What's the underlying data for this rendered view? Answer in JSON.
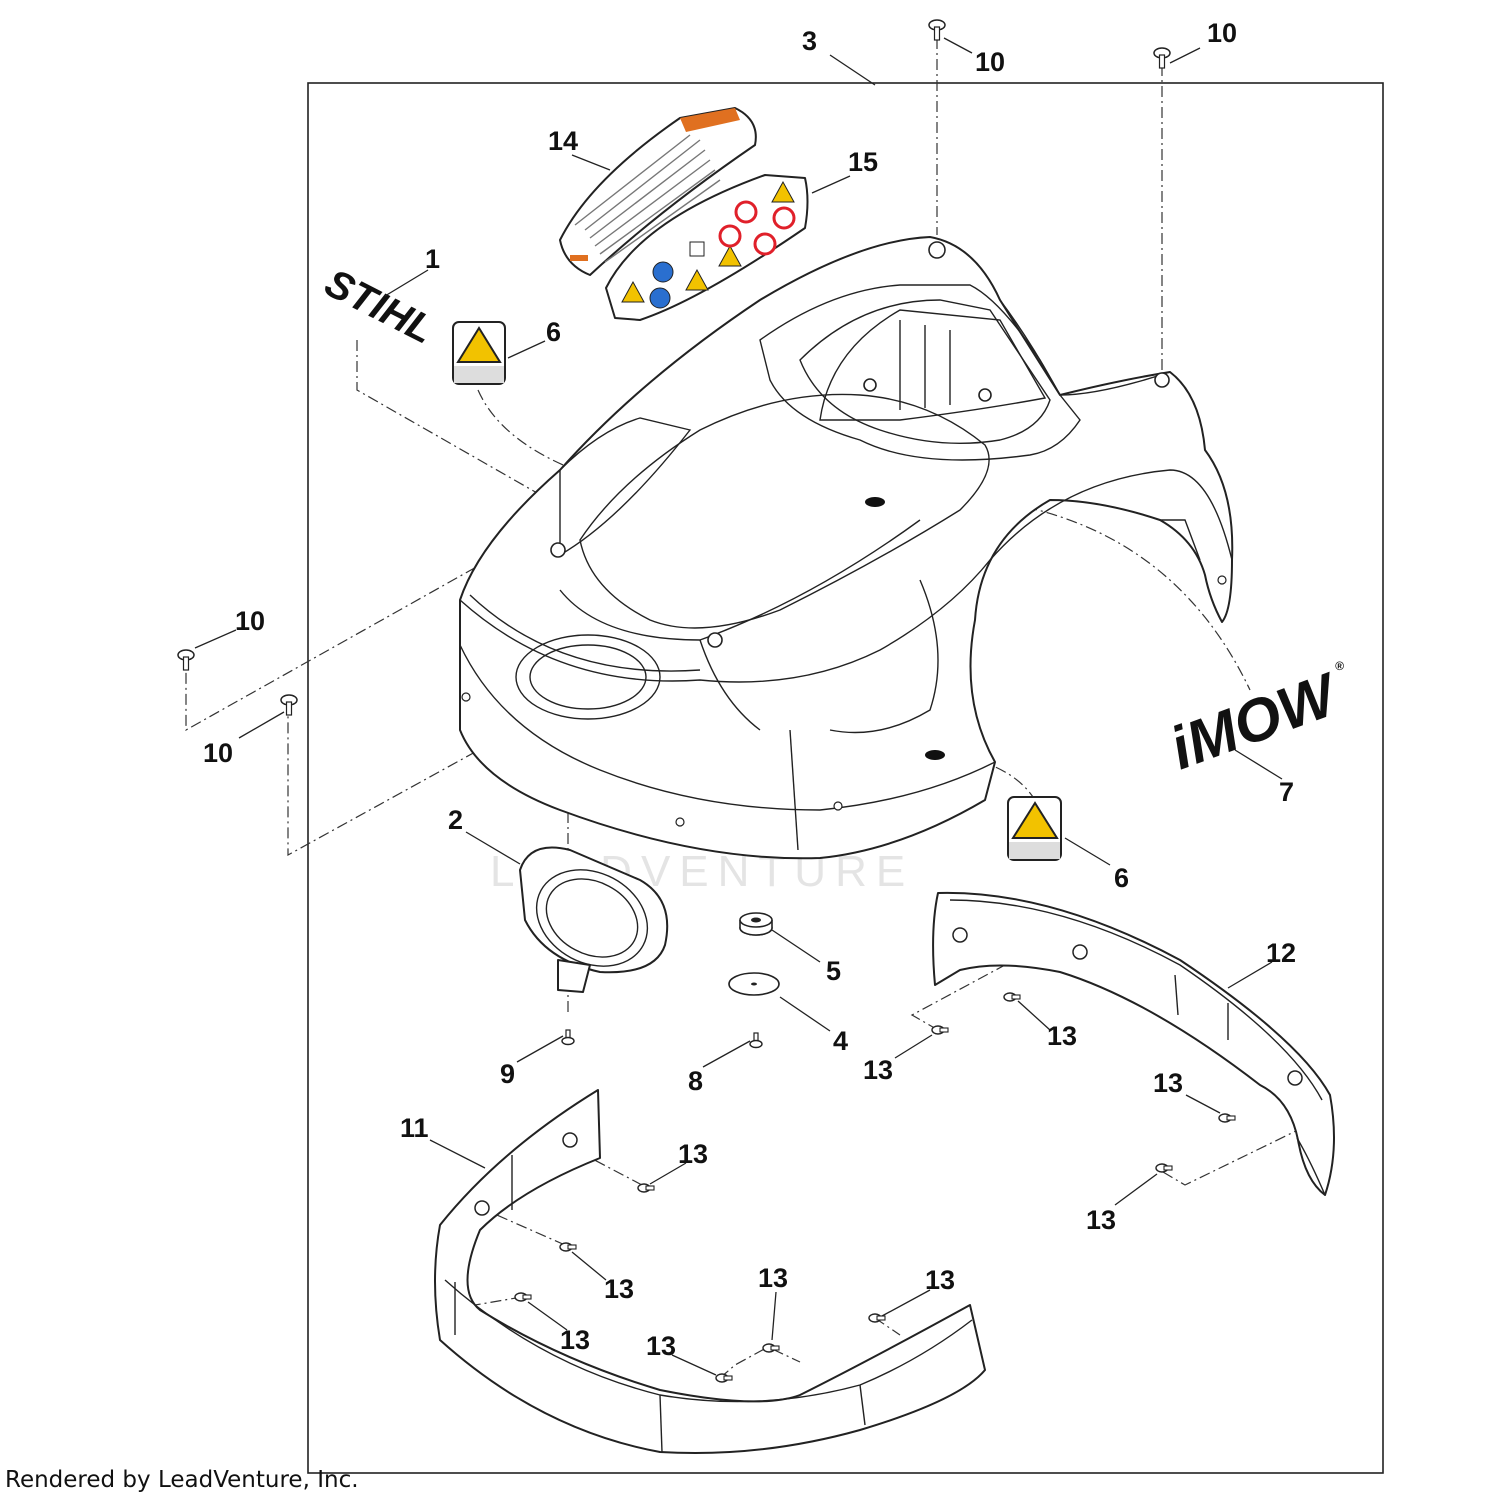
{
  "diagram": {
    "callouts": {
      "c1": "1",
      "c2": "2",
      "c3": "3",
      "c4": "4",
      "c5": "5",
      "c6a": "6",
      "c6b": "6",
      "c7": "7",
      "c8": "8",
      "c9": "9",
      "c10a": "10",
      "c10b": "10",
      "c10c": "10",
      "c10d": "10",
      "c11": "11",
      "c12": "12",
      "c13a": "13",
      "c13b": "13",
      "c13c": "13",
      "c13d": "13",
      "c13e": "13",
      "c13f": "13",
      "c13g": "13",
      "c13h": "13",
      "c13i": "13",
      "c13j": "13",
      "c14": "14",
      "c15": "15"
    },
    "logos": {
      "stihl": "STIHL",
      "imow": "iMOW",
      "imow_mark": "®"
    },
    "watermark": "LEADVENTURE",
    "warning_color": "#f2c200",
    "prohibit_color": "#e0202a",
    "info_color": "#2a6fcf",
    "label_stripe_color": "#e07020",
    "icons": [
      "warning-triangle-icon",
      "prohibition-circle-icon",
      "mandatory-blue-circle-icon",
      "screw-icon"
    ]
  },
  "footer": {
    "text": "Rendered by LeadVenture, Inc."
  }
}
